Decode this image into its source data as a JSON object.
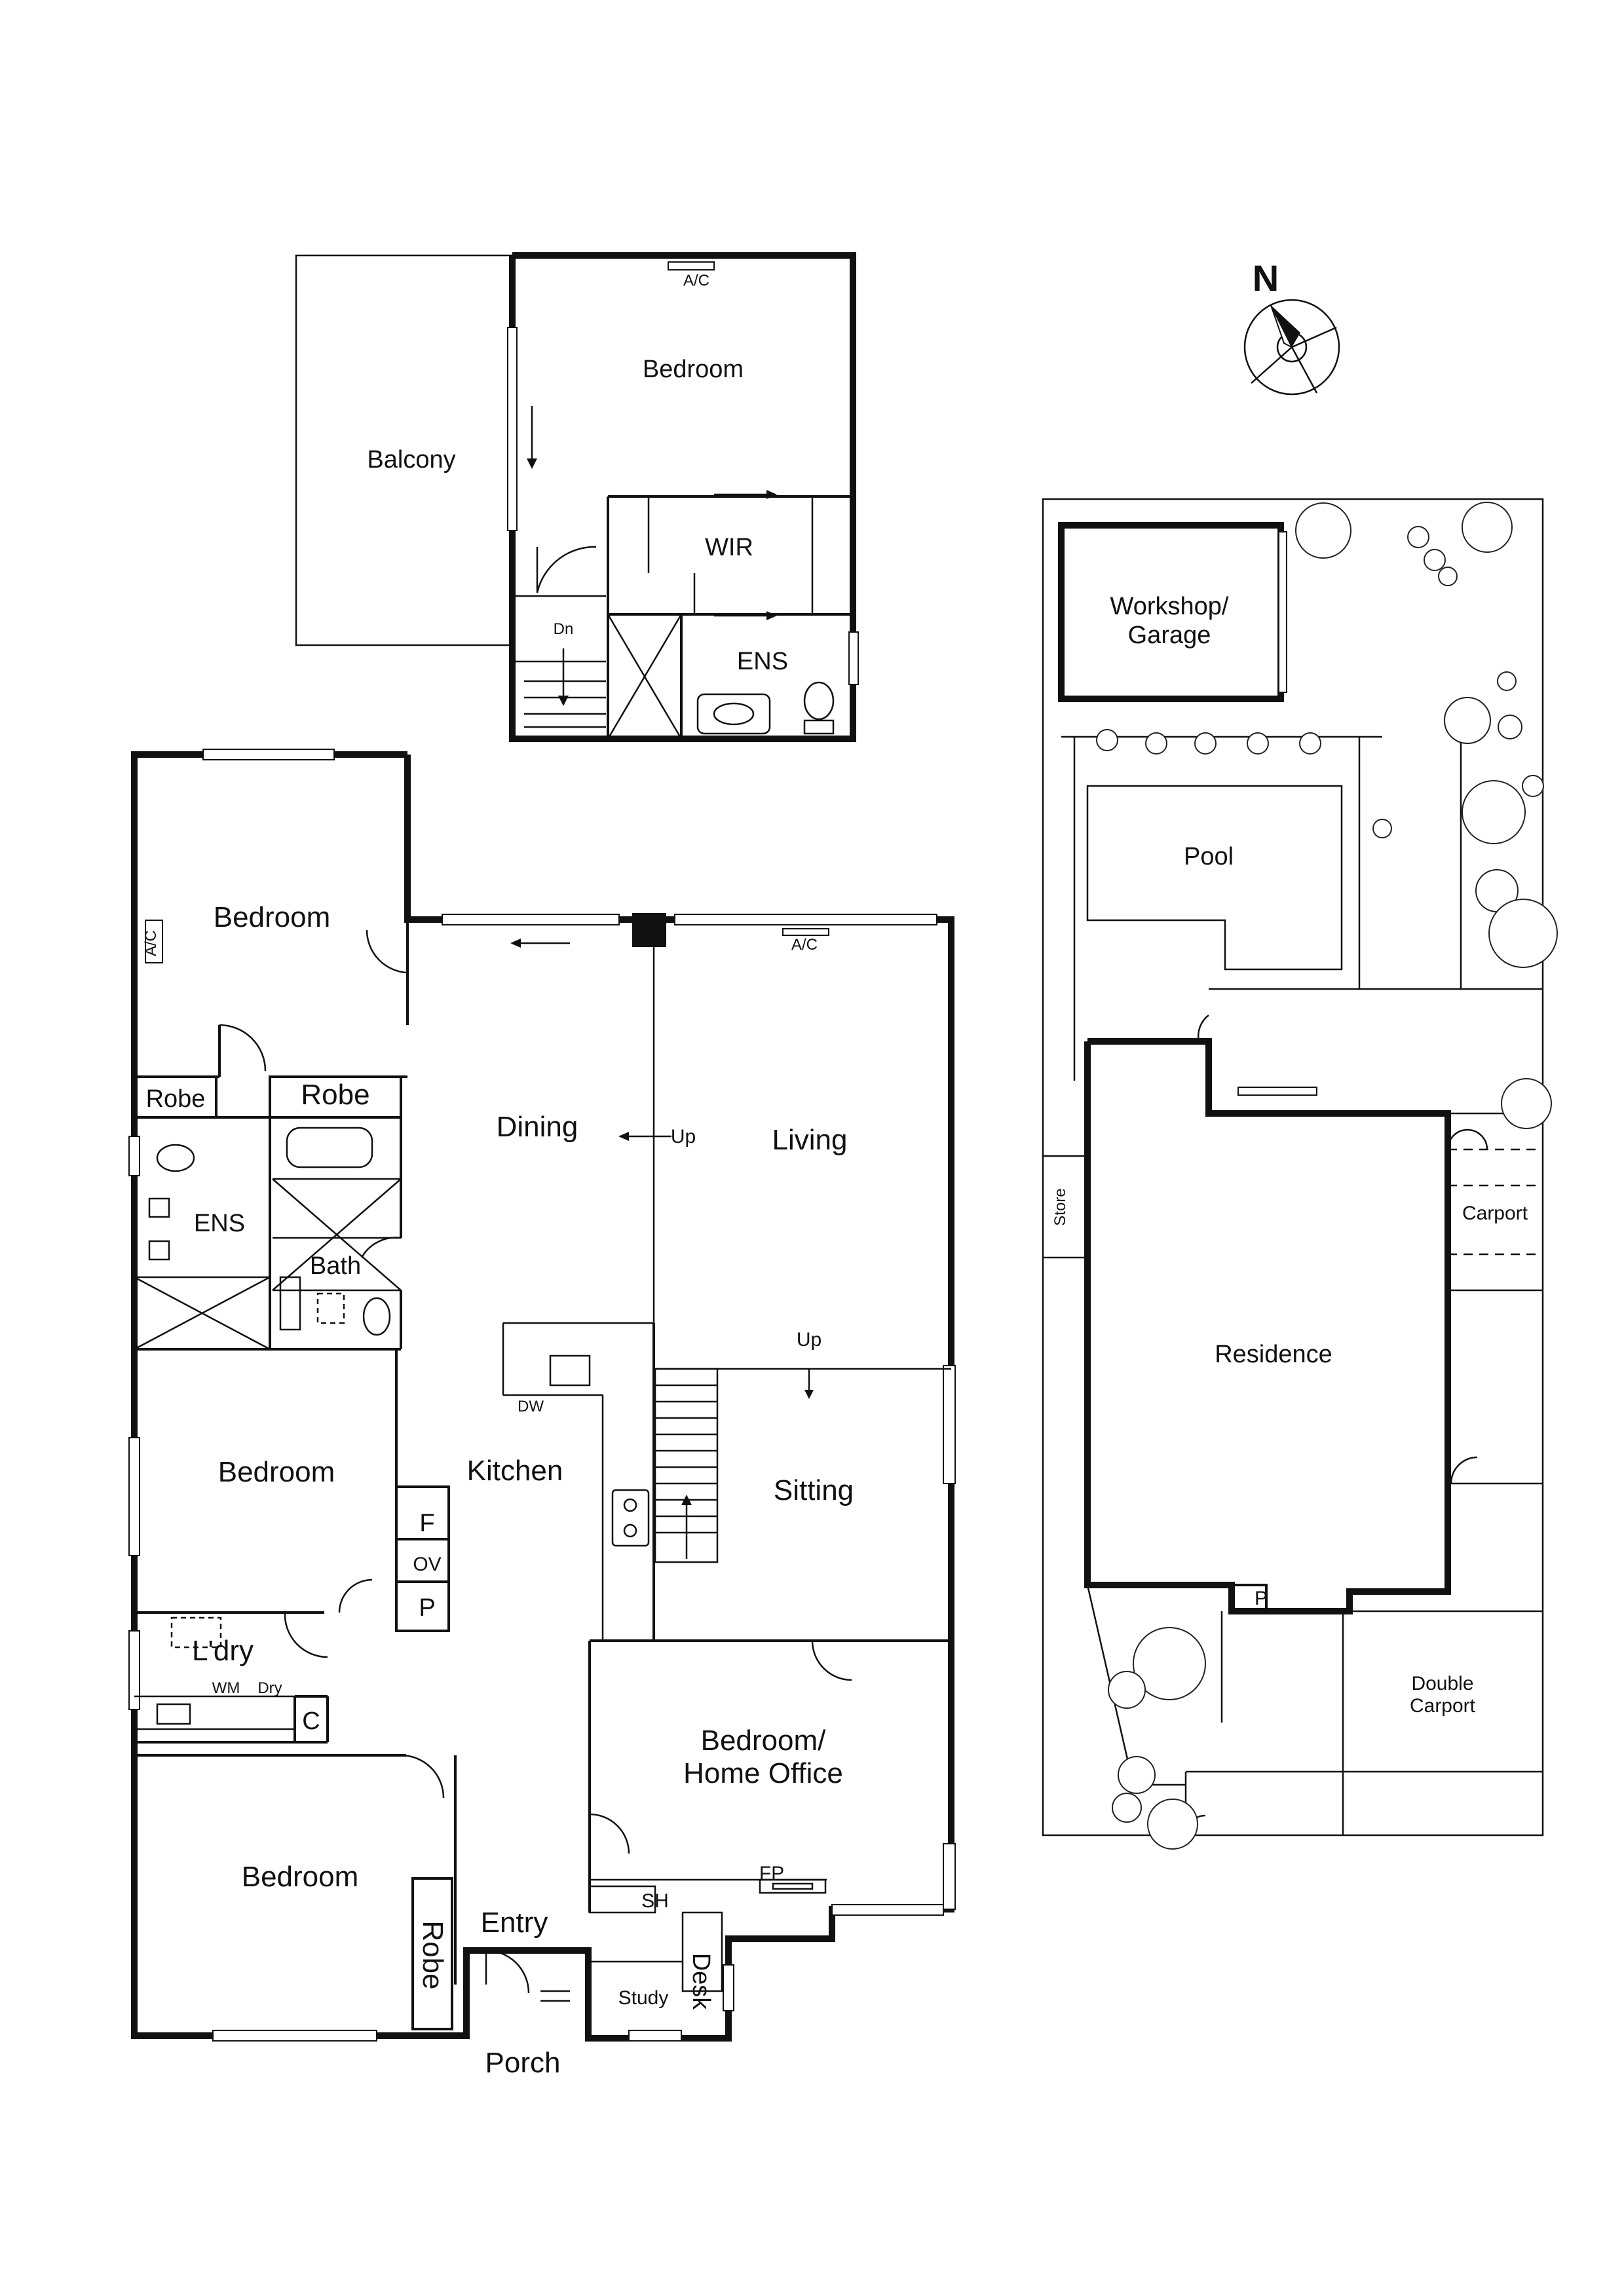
{
  "compass": {
    "north_label": "N",
    "icon": "compass-rose-icon"
  },
  "upper_floor": {
    "rooms": {
      "bedroom": "Bedroom",
      "balcony": "Balcony",
      "wir": "WIR",
      "ens": "ENS",
      "ac": "A/C",
      "stair": "Dn"
    }
  },
  "ground_floor": {
    "rooms": {
      "bedroom_nw": "Bedroom",
      "ac_bedroom": "A/C",
      "robe_left": "Robe",
      "robe_right": "Robe",
      "ens": "ENS",
      "bath": "Bath",
      "dining": "Dining",
      "up_dining": "Up",
      "living": "Living",
      "ac_living": "A/C",
      "kitchen": "Kitchen",
      "dw": "DW",
      "fridge": "F",
      "oven": "OV",
      "pantry": "P",
      "up_sitting": "Up",
      "sitting": "Sitting",
      "bedroom_mid": "Bedroom",
      "laundry": "L'dry",
      "wm": "WM",
      "dry": "Dry",
      "cupboard": "C",
      "bedroom_office_1": "Bedroom/",
      "bedroom_office_2": "Home Office",
      "sh": "SH",
      "fp": "FP",
      "bedroom_sw": "Bedroom",
      "robe_sw": "Robe",
      "entry": "Entry",
      "study": "Study",
      "desk": "Desk",
      "porch": "Porch"
    }
  },
  "site_plan": {
    "labels": {
      "workshop_1": "Workshop/",
      "workshop_2": "Garage",
      "pool": "Pool",
      "store": "Store",
      "carport": "Carport",
      "residence": "Residence",
      "p": "P",
      "double_carport_1": "Double",
      "double_carport_2": "Carport"
    }
  }
}
